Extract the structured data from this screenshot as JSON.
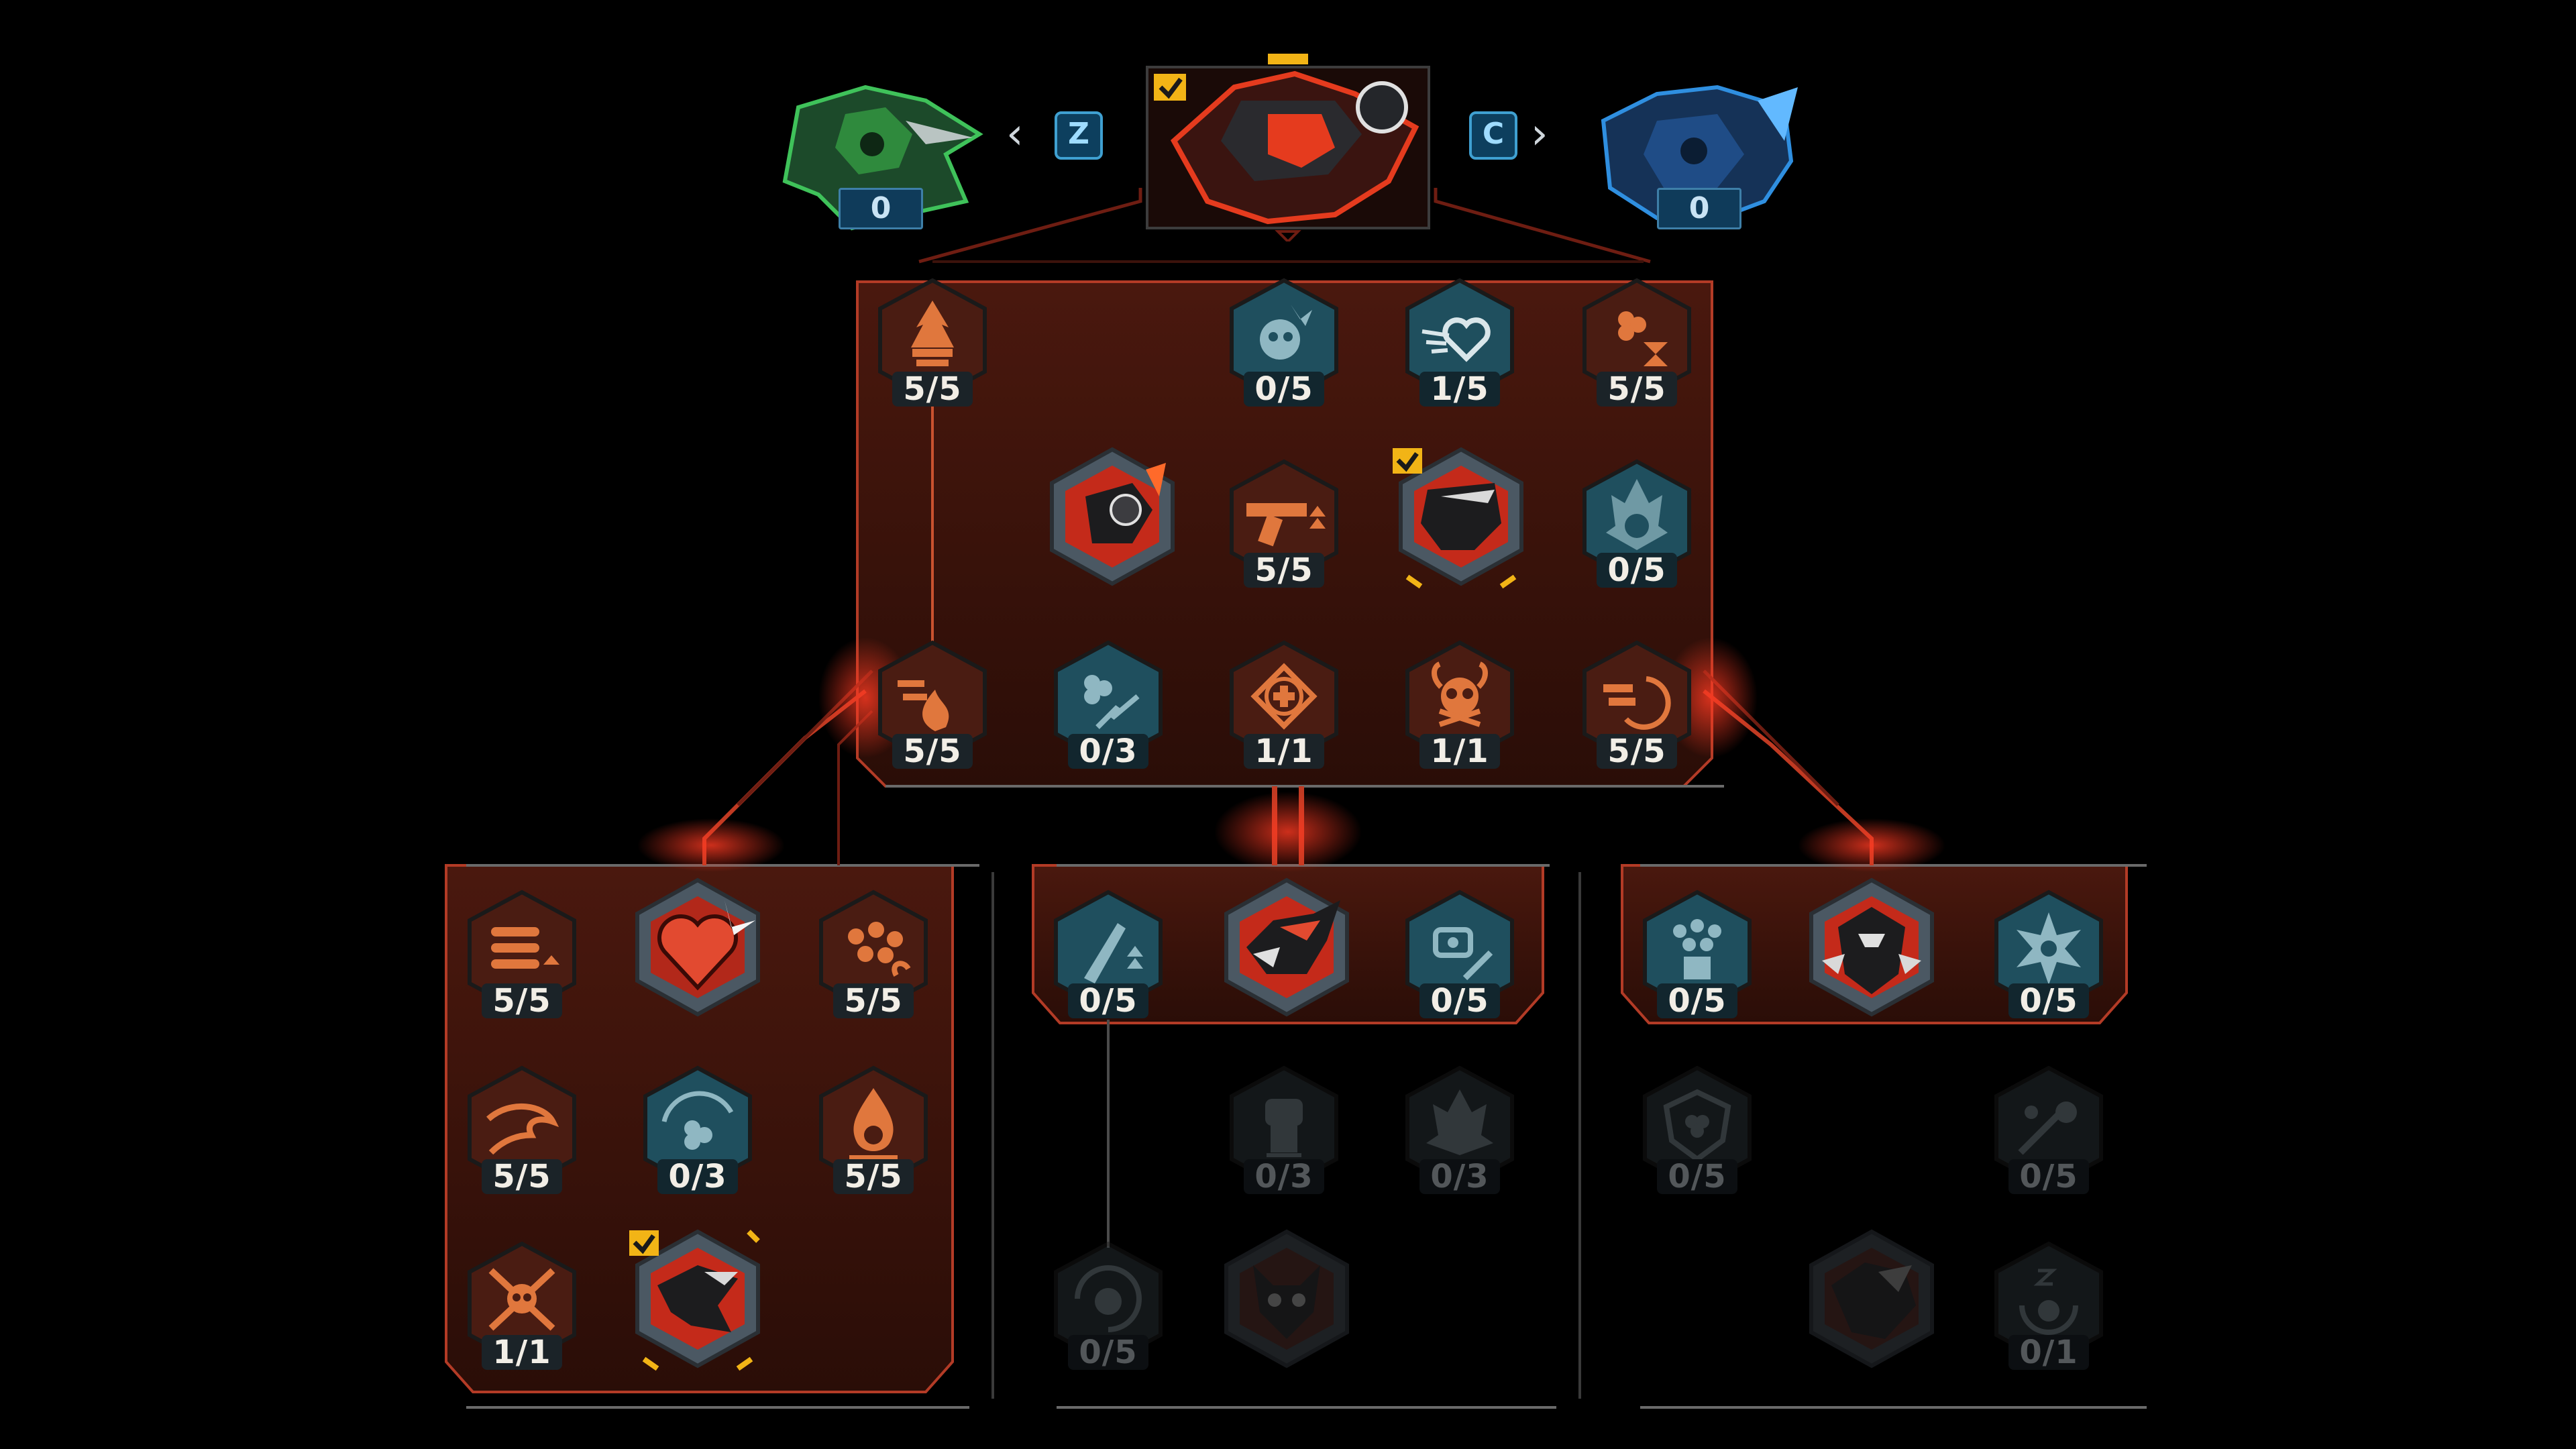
{
  "characters": {
    "left": {
      "name_icon": "green-hunter-portrait-icon",
      "count": "0",
      "accent": "#3fc25a"
    },
    "center": {
      "name_icon": "red-gunslinger-portrait-icon",
      "accent": "#e53b1e"
    },
    "right": {
      "name_icon": "blue-hunter-portrait-icon",
      "count": "0",
      "accent": "#2f8fe0"
    }
  },
  "nav": {
    "prev_key": "Z",
    "next_key": "C",
    "prev_glyph": "‹",
    "next_glyph": "›"
  },
  "colors": {
    "active_panel": "#5a1f12",
    "active_border": "#d6452b",
    "teal": "#1f4f5e",
    "orange": "#e0773d",
    "check": "#f2b416"
  },
  "main_tree": {
    "row1": [
      {
        "icon": "flame-brick-icon",
        "level": "5/5",
        "style": "orange"
      },
      {
        "icon": "skull-burst-icon",
        "level": "0/5",
        "style": "teal"
      },
      {
        "icon": "winged-heart-icon",
        "level": "1/5",
        "style": "teal"
      },
      {
        "icon": "clover-hourglass-icon",
        "level": "5/5",
        "style": "orange"
      }
    ],
    "row2": [
      {
        "icon": "revolver-up-icon",
        "level": "5/5",
        "style": "orange"
      },
      {
        "icon": "skull-flame-icon",
        "level": "0/5",
        "style": "teal"
      }
    ],
    "row3": [
      {
        "icon": "flaming-bullet-icon",
        "level": "5/5",
        "style": "orange"
      },
      {
        "icon": "clover-lightning-icon",
        "level": "0/3",
        "style": "teal"
      },
      {
        "icon": "medic-cross-icon",
        "level": "1/1",
        "style": "orange"
      },
      {
        "icon": "horned-skull-icon",
        "level": "1/1",
        "style": "orange"
      },
      {
        "icon": "bullet-swap-icon",
        "level": "5/5",
        "style": "orange"
      }
    ]
  },
  "left_tree": {
    "nodes": [
      {
        "icon": "triple-bullets-icon",
        "level": "5/5",
        "style": "orange"
      },
      {
        "icon": "flower-cluster-icon",
        "level": "5/5",
        "style": "orange"
      },
      {
        "icon": "dash-swirl-icon",
        "level": "5/5",
        "style": "orange"
      },
      {
        "icon": "clover-arc-icon",
        "level": "0/3",
        "style": "teal"
      },
      {
        "icon": "flame-drop-icon",
        "level": "5/5",
        "style": "orange"
      },
      {
        "icon": "crossed-swords-skull-icon",
        "level": "1/1",
        "style": "orange"
      }
    ]
  },
  "middle_tree": {
    "nodes": [
      {
        "icon": "blade-up-icon",
        "level": "0/5",
        "style": "teal"
      },
      {
        "icon": "gear-canister-icon",
        "level": "0/5",
        "style": "teal"
      },
      {
        "icon": "fist-rise-icon",
        "level": "0/3",
        "style": "locked"
      },
      {
        "icon": "spiked-flame-icon",
        "level": "0/3",
        "style": "locked"
      },
      {
        "icon": "swirl-skull-icon",
        "level": "0/5",
        "style": "locked"
      }
    ]
  },
  "right_tree": {
    "nodes": [
      {
        "icon": "spore-pot-icon",
        "level": "0/5",
        "style": "teal"
      },
      {
        "icon": "star-burst-icon",
        "level": "0/5",
        "style": "teal"
      },
      {
        "icon": "shield-clover-icon",
        "level": "0/5",
        "style": "locked"
      },
      {
        "icon": "slash-impact-icon",
        "level": "0/5",
        "style": "locked"
      },
      {
        "icon": "sleep-ring-icon",
        "level": "0/1",
        "style": "locked"
      }
    ]
  }
}
